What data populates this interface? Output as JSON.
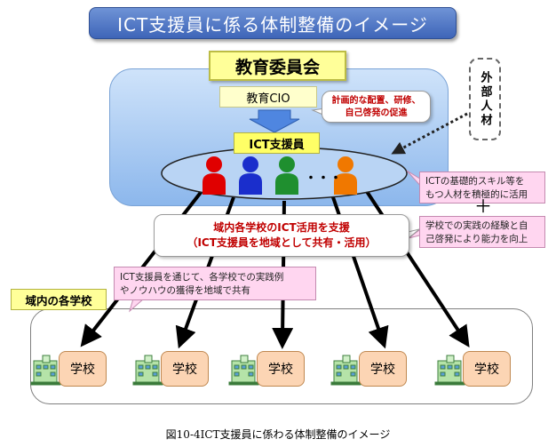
{
  "title": "ICT支援員に係る体制整備のイメージ",
  "board_label": "教育委員会",
  "cio_label": "教育CIO",
  "promote_callout": {
    "line1": "計画的な配置、研修、",
    "line2": "自己啓発の促進"
  },
  "ict_staff_label": "ICT支援員",
  "ellipsis": "・・・",
  "external_label": "外部人材",
  "skill_callout": {
    "line1": "ICTの基礎的スキル等を",
    "line2": "もつ人材を積極的に活用"
  },
  "plus_sign": "＋",
  "experience_callout": {
    "line1": "学校での実践の経験と自",
    "line2": "己啓発により能力を向上"
  },
  "support_box": {
    "line1": "域内各学校のICT活用を支援",
    "line2": "（ICT支援員を地域として共有・活用）"
  },
  "share_callout": {
    "line1": "ICT支援員を通じて、各学校での実践例",
    "line2": "やノウハウの獲得を地域で共有"
  },
  "schools_label": "域内の各学校",
  "schools": [
    "学校",
    "学校",
    "学校",
    "学校",
    "学校"
  ],
  "caption": "図10-4ICT支援員に係わる体制整備のイメージ",
  "colors": {
    "title_bar": "#4a72c4",
    "board_panel": "#a9c9f2",
    "highlight_yellow": "#ffff99",
    "callout_red": "#c00000",
    "pink_note": "#ffd6f0",
    "school_box": "#fcd5b4",
    "person_colors": [
      "#e00000",
      "#1a2ecc",
      "#1f8f2f",
      "#f07800"
    ]
  }
}
